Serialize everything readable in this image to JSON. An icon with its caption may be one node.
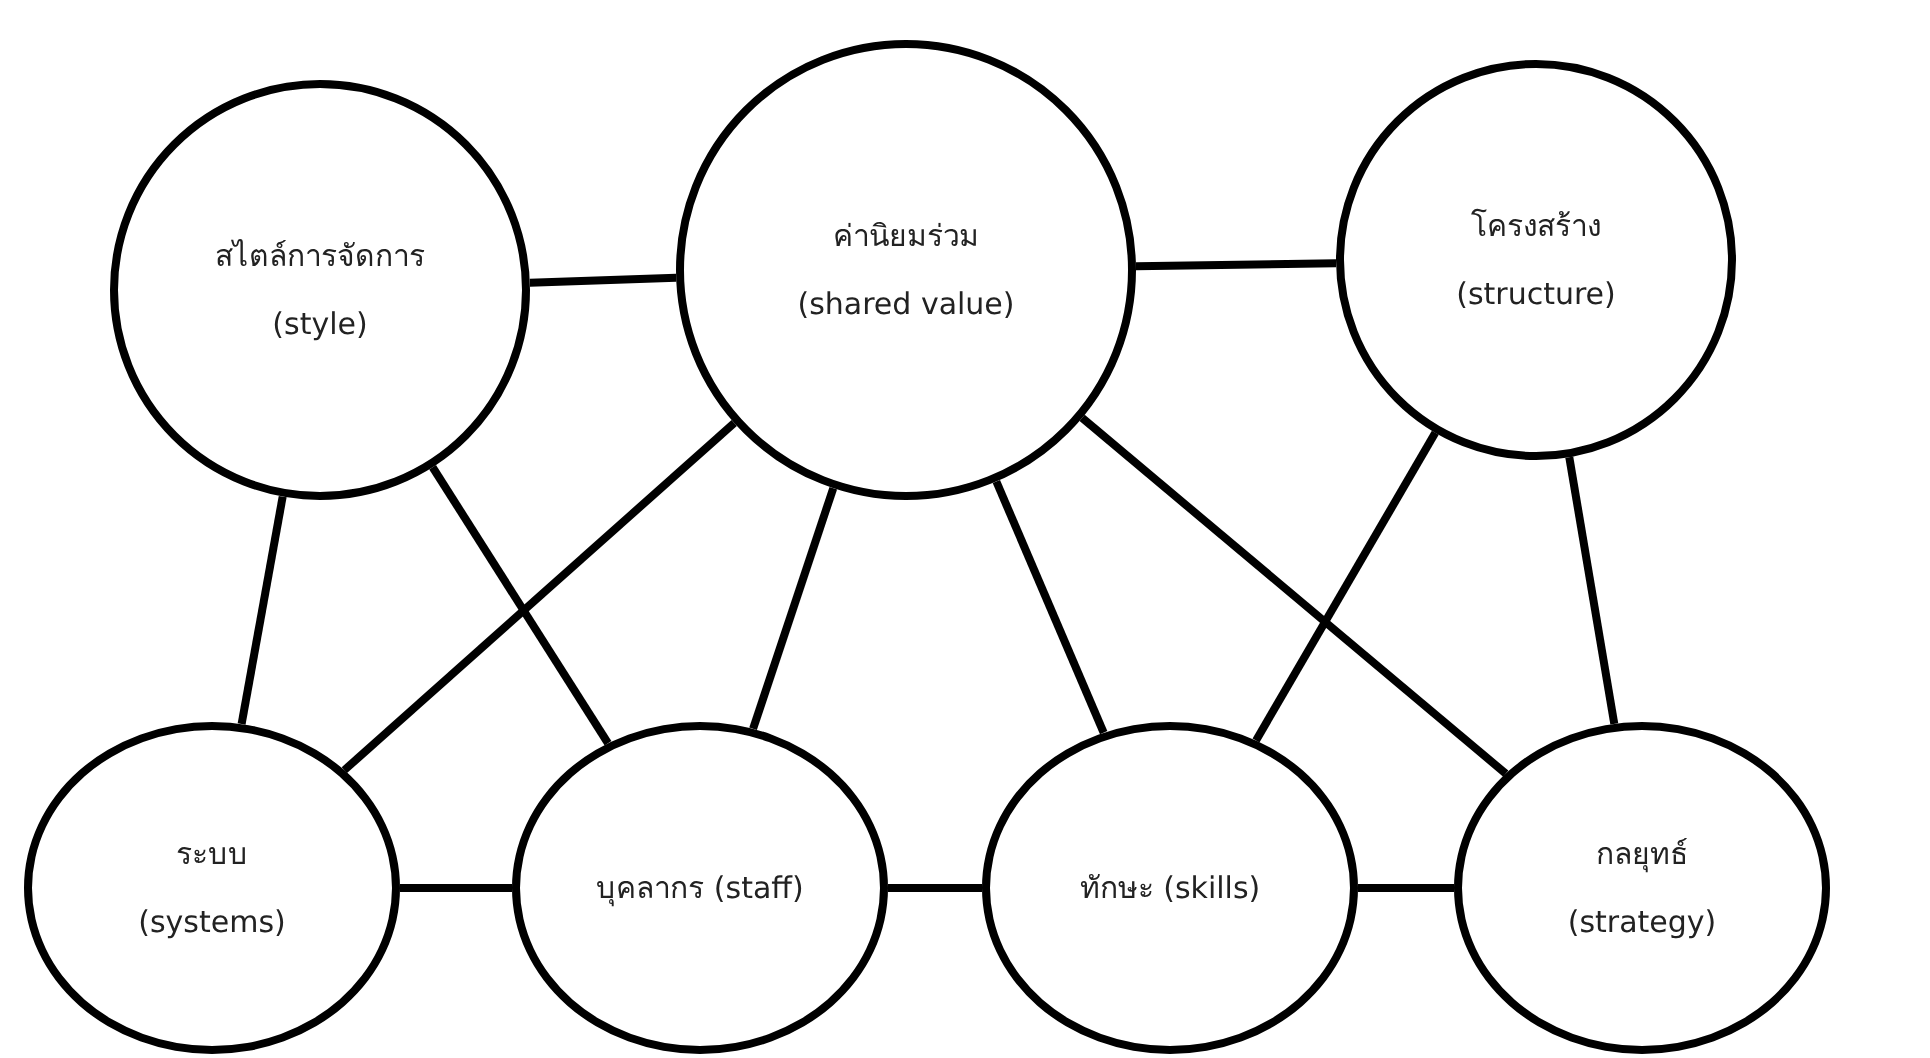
{
  "diagram": {
    "nodes": [
      {
        "text": [
          "สไตล์การจัดการ (style)"
        ]
      },
      {
        "text": [
          "ค่านิยมร่วม (shared value)"
        ]
      },
      {
        "text": [
          "โครงสร้าง (structure)"
        ]
      },
      {
        "text": [
          "ระบบ (systems)"
        ]
      },
      {
        "text": [
          "บุคลากร (staff)"
        ]
      },
      {
        "text": [
          "ทักษะ (skills)"
        ]
      },
      {
        "text": [
          "กลยุทธ์ (strategy)"
        ]
      }
    ],
    "edges": [
      {
        "from": 0,
        "to": 1,
        "arrow": "none"
      },
      {
        "from": 1,
        "to": 2,
        "arrow": "none"
      },
      {
        "from": 0,
        "to": 3,
        "arrow": "none"
      },
      {
        "from": 0,
        "to": 4,
        "arrow": "none"
      },
      {
        "from": 1,
        "to": 3,
        "arrow": "none"
      },
      {
        "from": 1,
        "to": 4,
        "arrow": "none"
      },
      {
        "from": 1,
        "to": 5,
        "arrow": "none"
      },
      {
        "from": 1,
        "to": 6,
        "arrow": "none"
      },
      {
        "from": 2,
        "to": 5,
        "arrow": "none"
      },
      {
        "from": 2,
        "to": 6,
        "arrow": "none"
      },
      {
        "from": 3,
        "to": 4,
        "arrow": "none"
      },
      {
        "from": 4,
        "to": 5,
        "arrow": "none"
      },
      {
        "from": 5,
        "to": 6,
        "arrow": "none"
      }
    ]
  }
}
